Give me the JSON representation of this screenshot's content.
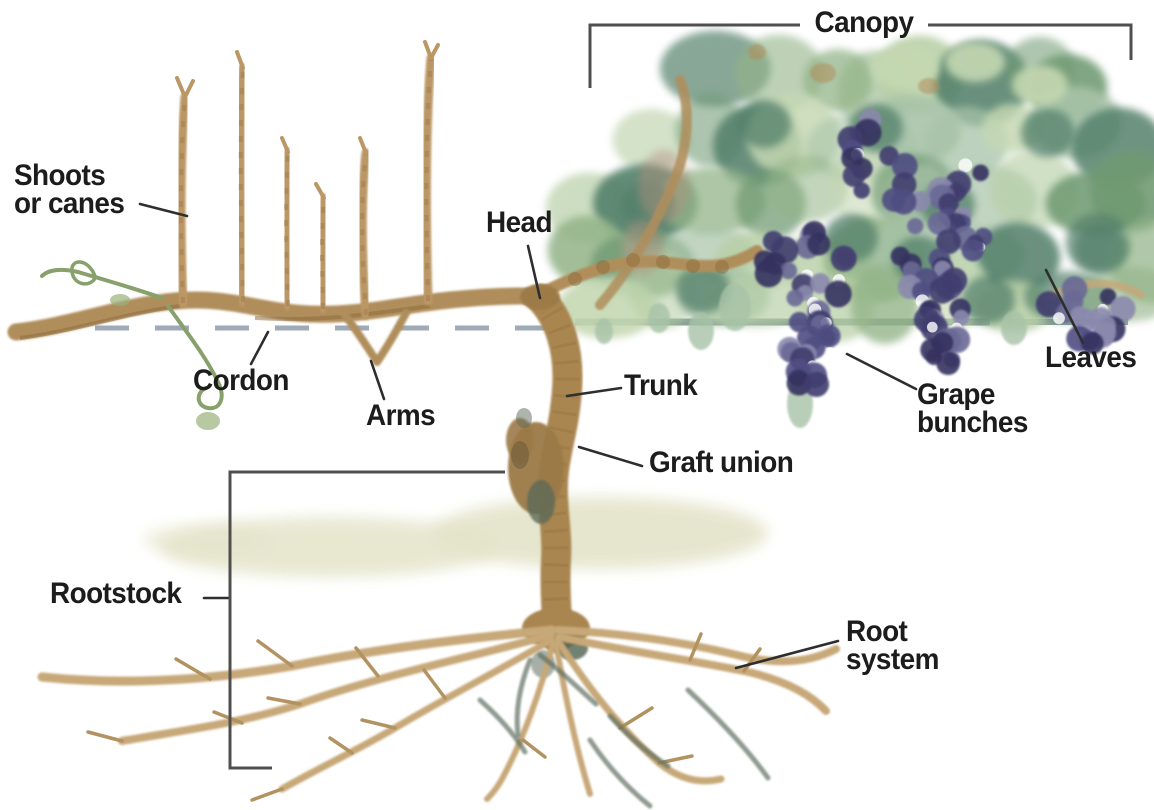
{
  "labels": {
    "canopy": "Canopy",
    "shoots_line1": "Shoots",
    "shoots_line2": "or canes",
    "head": "Head",
    "cordon": "Cordon",
    "arms": "Arms",
    "trunk": "Trunk",
    "graft_union": "Graft union",
    "leaves": "Leaves",
    "grape_line1": "Grape",
    "grape_line2": "bunches",
    "rootstock": "Rootstock",
    "root_line1": "Root",
    "root_line2": "system"
  },
  "colors": {
    "background": "#ffffff",
    "label_text": "#1c1c1c",
    "leader_line": "#2e2e2e",
    "bracket": "#4f4f4f",
    "wire_left": "#8795a5",
    "wire_right": "#6f8a80",
    "branch": "#b08e5c",
    "branch_dark": "#8a6838",
    "branch_light": "#c9a97c",
    "trunk": "#a9854f",
    "trunk_knob": "#9c7a46",
    "moss": "#5c6a58",
    "root_tan": "#c7a878",
    "root_mid": "#b29260",
    "root_dark": "#5f6f62",
    "soil": "#e4e4ca",
    "tendril": "#88a06b",
    "foliage": [
      "#b7cfa6",
      "#93b488",
      "#6f9a72",
      "#52806b",
      "#a7c3a8",
      "#c5d8b2"
    ],
    "foliage_dark": "#52806b",
    "foliage_pale": "#c5d8b2",
    "foliage_sage": "#a7c3a8",
    "foliage_rosy": "#b5917e",
    "grapes": [
      "#504e82",
      "#403e6e",
      "#343260",
      "#6b6996",
      "#8b89ae"
    ]
  }
}
